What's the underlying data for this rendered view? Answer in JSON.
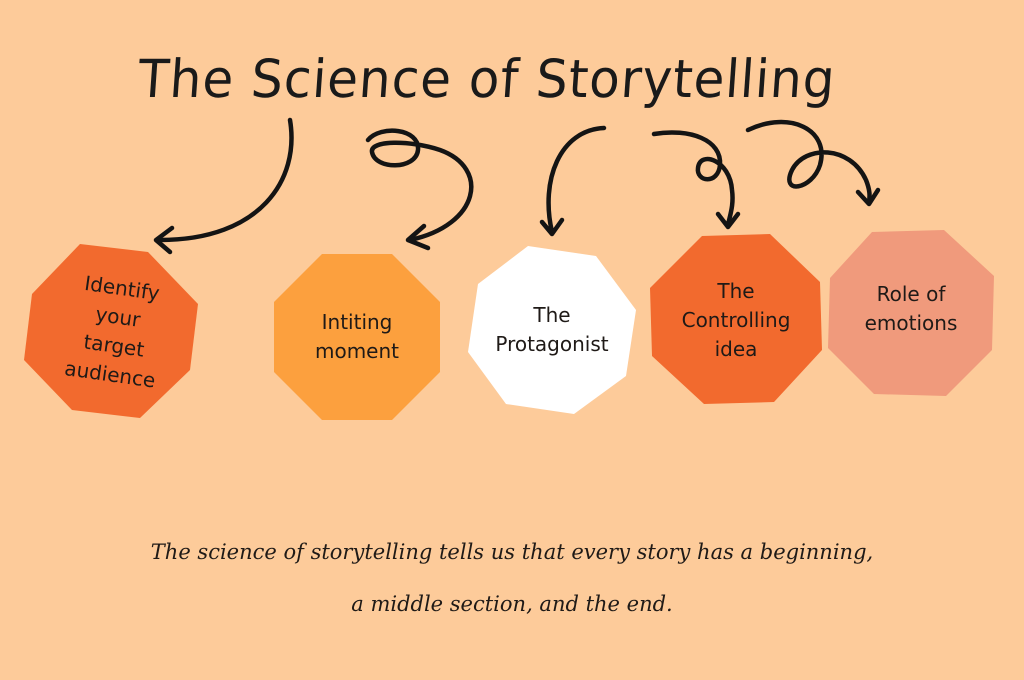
{
  "title": "The Science of Storytelling",
  "colors": {
    "background": "#fdcb9a",
    "dark_orange": "#f26a2e",
    "light_orange": "#fca03e",
    "white": "#ffffff",
    "salmon": "#f09a7c",
    "ink": "#141414"
  },
  "nodes": [
    {
      "id": "audience",
      "label": "Identify\nyour\ntarget\naudience",
      "color": "#f26a2e"
    },
    {
      "id": "inciting",
      "label": "Intiting\nmoment",
      "color": "#fca03e"
    },
    {
      "id": "protagonist",
      "label": "The\nProtagonist",
      "color": "#ffffff"
    },
    {
      "id": "controlling",
      "label": "The\nControlling\nidea",
      "color": "#f26a2e"
    },
    {
      "id": "emotions",
      "label": "Role of\nemotions",
      "color": "#f09a7c"
    }
  ],
  "caption": {
    "line1": "The science of storytelling tells us that every story has a beginning,",
    "line2": "a middle section, and the end."
  }
}
